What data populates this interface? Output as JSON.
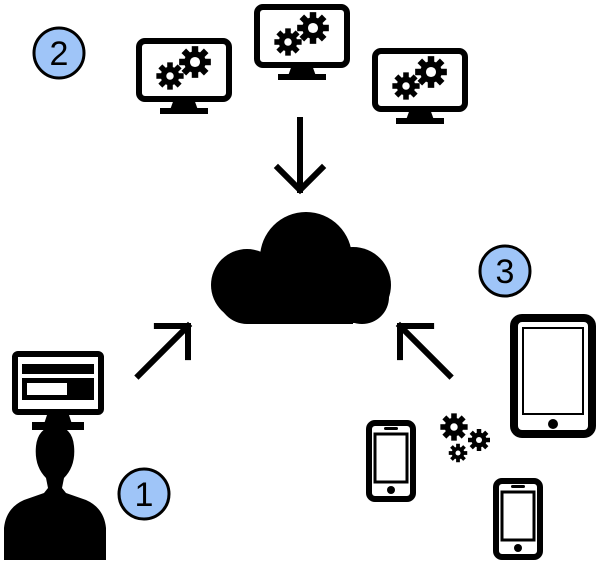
{
  "colors": {
    "ink": "#000000",
    "badge_fill": "#9fc5f8",
    "paper": "#ffffff"
  },
  "badges": [
    {
      "label": "1"
    },
    {
      "label": "2"
    },
    {
      "label": "3"
    }
  ],
  "icons": {
    "user": "user-silhouette-icon",
    "desktop": "desktop-monitor-icon",
    "servers": "monitor-gears-icon",
    "cloud": "cloud-icon",
    "phone": "smartphone-icon",
    "tablet": "tablet-icon",
    "gears": "gears-icon",
    "arrow": "arrow-icon"
  }
}
